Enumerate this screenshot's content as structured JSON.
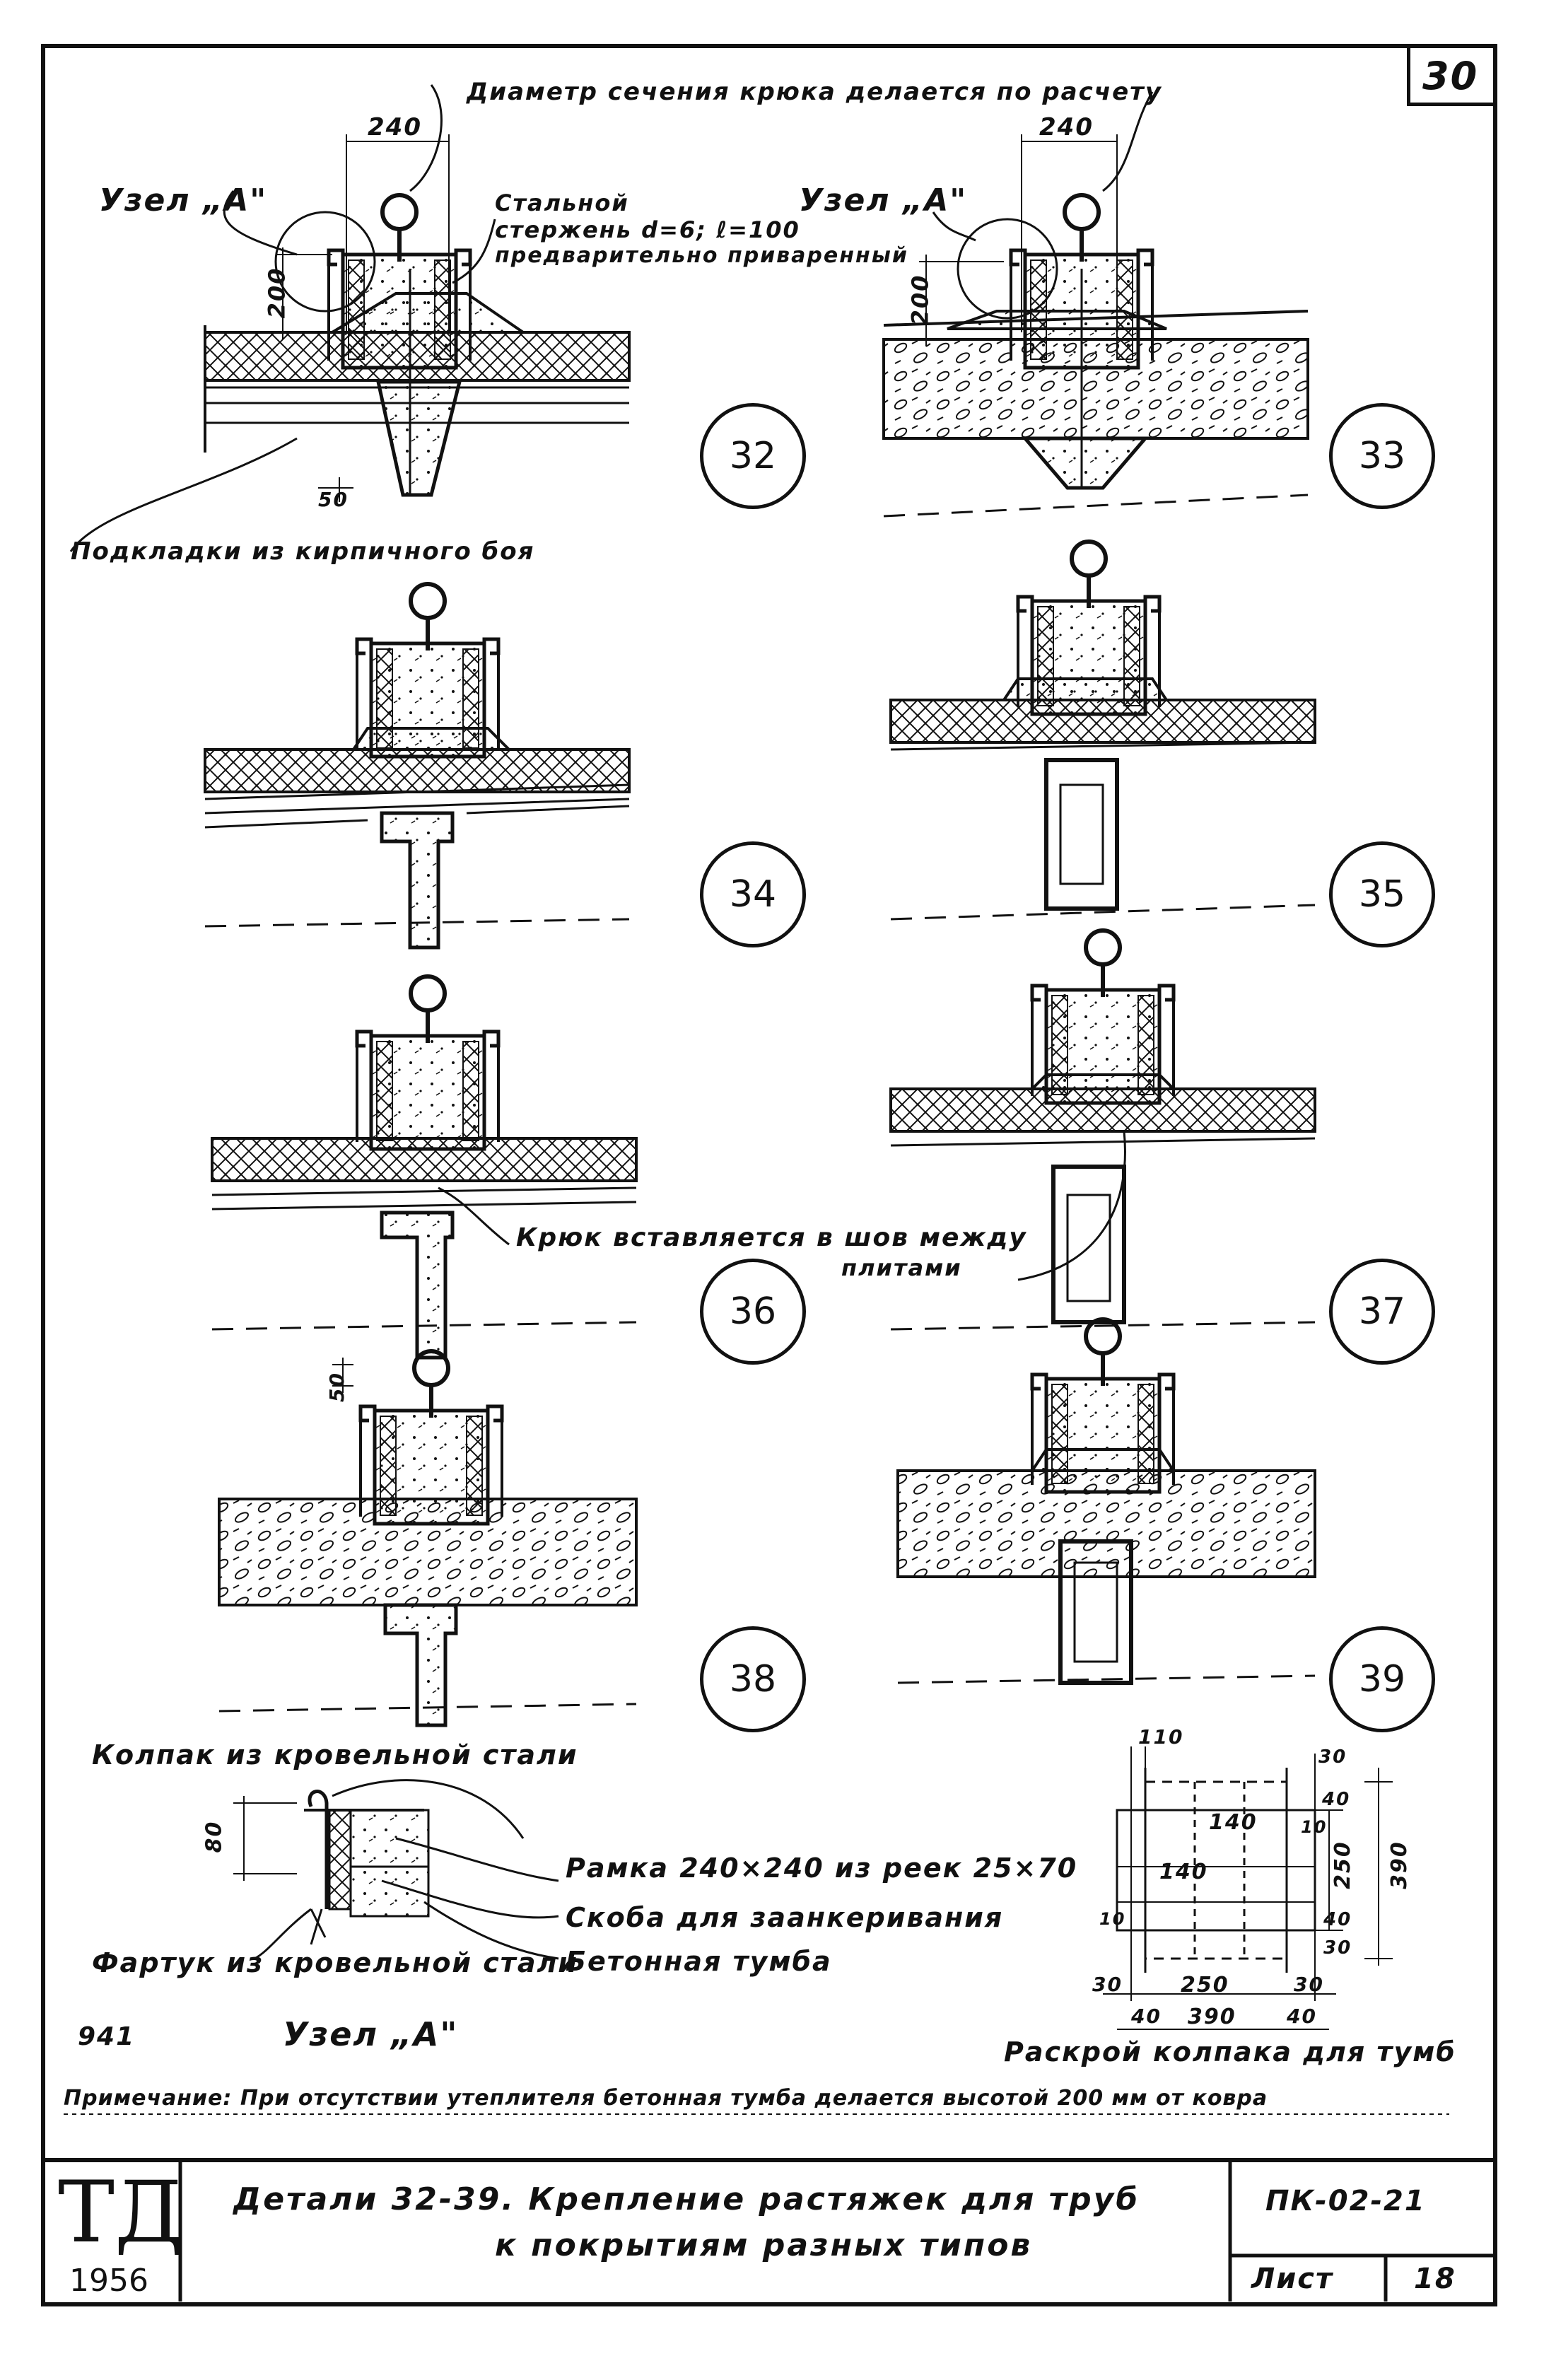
{
  "sheet": {
    "page_number": "30",
    "sheet_label": "Лист",
    "sheet_number": "18",
    "code": "ПК-02-21",
    "logo_text": "ТД",
    "year": "1956"
  },
  "title": {
    "line1": "Детали 32-39. Крепление растяжек для труб",
    "line2": "к покрытиям разных типов"
  },
  "note": "Примечание: При отсутствии утеплителя бетонная тумба делается высотой 200 мм от ковра",
  "callouts": {
    "hook_diameter": "Диаметр сечения крюка делается по расчету",
    "node_a_left": "Узел „А\"",
    "node_a_right": "Узел „А\"",
    "steel_rod_1": "Стальной",
    "steel_rod_2": "стержень d=6; ℓ=100",
    "steel_rod_3": "предварительно приваренный",
    "brick_pads": "Подкладки из кирпичного боя",
    "hook_inserted_1": "Крюк вставляется в шов между",
    "hook_inserted_2": "плитами",
    "cap_steel": "Колпак из кровельной стали",
    "frame_rails": "Рамка 240×240 из реек 25×70",
    "anchor_bracket": "Скоба для заанкеривания",
    "concrete_pedestal": "Бетонная тумба",
    "apron_steel": "Фартук из кровельной стали",
    "node_a_detail": "Узел „А\"",
    "cutting_title": "Раскрой колпака для тумб",
    "handwritten_id": "941"
  },
  "dimensions": {
    "d240_left": "240",
    "d240_right": "240",
    "d200_left": "200",
    "d200_right": "200",
    "d50_32": "50",
    "d50_36": "50",
    "d80": "80",
    "c110": "110",
    "c30_top": "30",
    "c40_top": "40",
    "c10": "10",
    "c140_a": "140",
    "c140_b": "140",
    "c250_v": "250",
    "c390_v": "390",
    "c40_mid": "40",
    "c30_mid": "30",
    "c10_left": "10",
    "c30_left": "30",
    "c250_h": "250",
    "c30_right": "30",
    "c40_left": "40",
    "c390_h": "390",
    "c40_right": "40"
  },
  "details": [
    "32",
    "33",
    "34",
    "35",
    "36",
    "37",
    "38",
    "39"
  ]
}
